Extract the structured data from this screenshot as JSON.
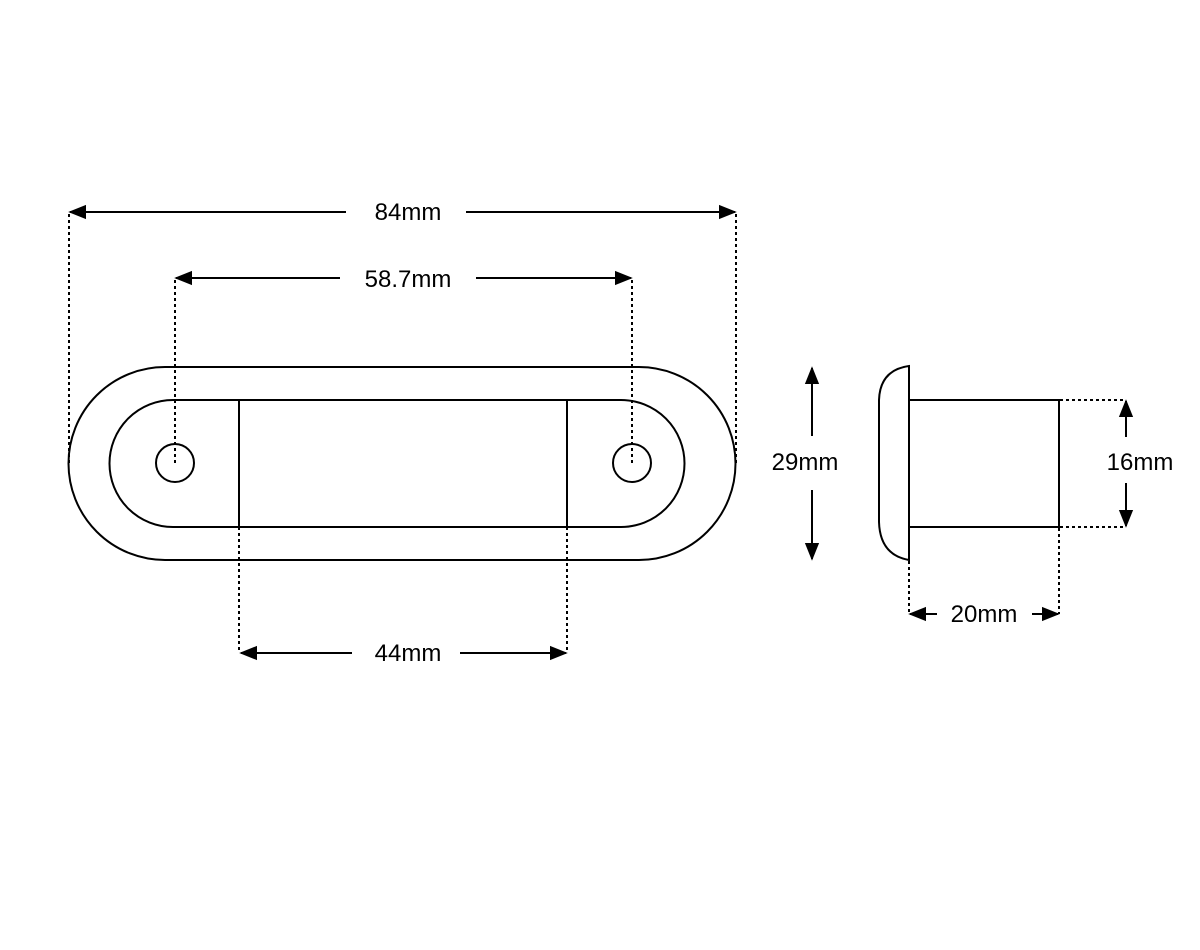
{
  "diagram": {
    "front_view": {
      "overall_length": "84mm",
      "hole_spacing": "58.7mm",
      "lens_width": "44mm",
      "height": "29mm"
    },
    "side_view": {
      "body_height": "16mm",
      "body_depth": "20mm"
    },
    "colors": {
      "line": "#000000",
      "background": "#ffffff"
    }
  }
}
